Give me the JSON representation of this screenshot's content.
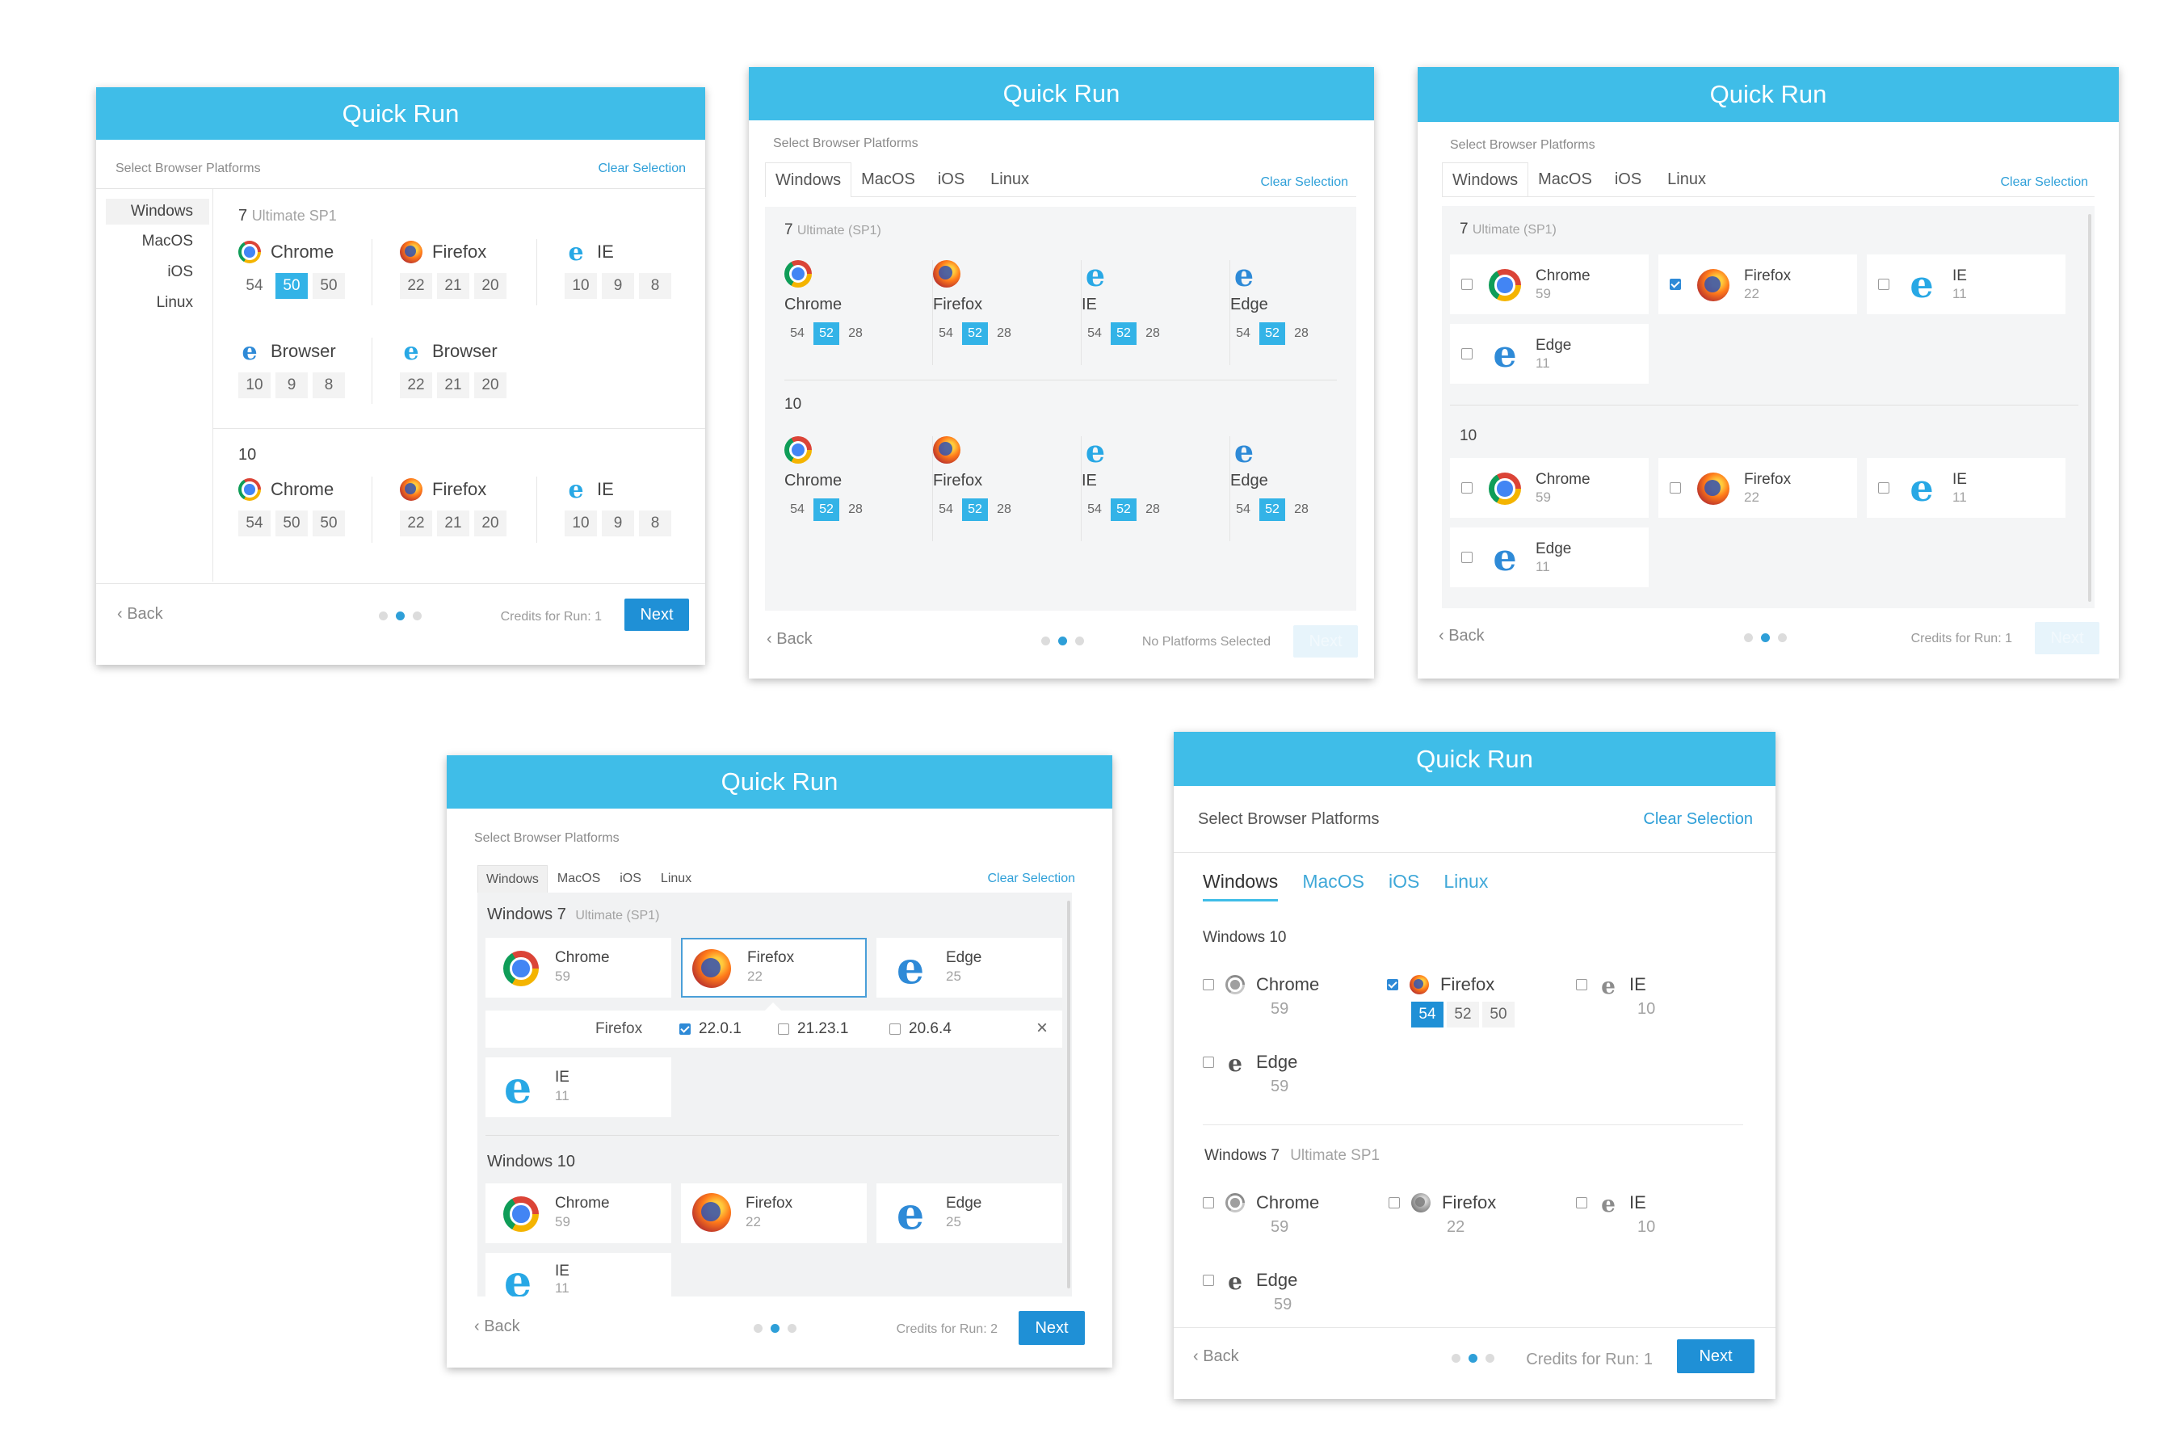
{
  "common": {
    "title": "Quick Run",
    "subtitle": "Select Browser Platforms",
    "clear": "Clear Selection",
    "back": "Back",
    "next": "Next",
    "icons": {
      "back": "chevron-left-icon",
      "chrome": "chrome-icon",
      "firefox": "firefox-icon",
      "ie": "ie-icon",
      "edge": "edge-icon",
      "close": "close-icon"
    },
    "colors": {
      "header": "#3fbde8",
      "accent": "#2e9fd8",
      "button": "#1f90d6",
      "selected_version": "#33b3e7"
    }
  },
  "card1": {
    "os_list": [
      "Windows",
      "MacOS",
      "iOS",
      "Linux"
    ],
    "g1": {
      "num": "7",
      "label": "Ultimate SP1"
    },
    "g1_browsers": [
      {
        "name": "Chrome",
        "versions": [
          "54",
          "50",
          "50"
        ]
      },
      {
        "name": "Firefox",
        "versions": [
          "22",
          "21",
          "20"
        ]
      },
      {
        "name": "IE",
        "versions": [
          "10",
          "9",
          "8"
        ]
      },
      {
        "name": "Browser",
        "versions": [
          "10",
          "9",
          "8"
        ]
      },
      {
        "name": "Browser",
        "versions": [
          "22",
          "21",
          "20"
        ]
      }
    ],
    "g2": {
      "num": "10"
    },
    "g2_browsers": [
      {
        "name": "Chrome",
        "versions": [
          "54",
          "50",
          "50"
        ]
      },
      {
        "name": "Firefox",
        "versions": [
          "22",
          "21",
          "20"
        ]
      },
      {
        "name": "IE",
        "versions": [
          "10",
          "9",
          "8"
        ]
      }
    ],
    "credits": "Credits for Run: 1"
  },
  "card2": {
    "tabs": [
      "Windows",
      "MacOS",
      "iOS",
      "Linux"
    ],
    "g1": {
      "num": "7",
      "label": "Ultimate (SP1)"
    },
    "g2": {
      "num": "10"
    },
    "browsers": [
      {
        "name": "Chrome",
        "versions": [
          "54",
          "52",
          "28"
        ]
      },
      {
        "name": "Firefox",
        "versions": [
          "54",
          "52",
          "28"
        ]
      },
      {
        "name": "IE",
        "versions": [
          "54",
          "52",
          "28"
        ]
      },
      {
        "name": "Edge",
        "versions": [
          "54",
          "52",
          "28"
        ]
      }
    ],
    "credits": "No Platforms Selected"
  },
  "card3": {
    "tabs": [
      "Windows",
      "MacOS",
      "iOS",
      "Linux"
    ],
    "g1": {
      "num": "7",
      "label": "Ultimate (SP1)"
    },
    "g2": {
      "num": "10"
    },
    "tiles": [
      {
        "name": "Chrome",
        "version": "59"
      },
      {
        "name": "Firefox",
        "version": "22"
      },
      {
        "name": "IE",
        "version": "11"
      },
      {
        "name": "Edge",
        "version": "11"
      }
    ],
    "credits": "Credits for Run: 1"
  },
  "card4": {
    "tabs": [
      "Windows",
      "MacOS",
      "iOS",
      "Linux"
    ],
    "g1": {
      "title": "Windows 7",
      "label": "Ultimate (SP1)"
    },
    "g2": {
      "title": "Windows 10"
    },
    "tiles": [
      {
        "name": "Chrome",
        "version": "59"
      },
      {
        "name": "Firefox",
        "version": "22"
      },
      {
        "name": "Edge",
        "version": "25"
      },
      {
        "name": "IE",
        "version": "11"
      }
    ],
    "popover": {
      "label": "Firefox",
      "options": [
        "22.0.1",
        "21.23.1",
        "20.6.4"
      ]
    },
    "credits": "Credits for Run: 2"
  },
  "card5": {
    "tabs": [
      "Windows",
      "MacOS",
      "iOS",
      "Linux"
    ],
    "g1": {
      "title": "Windows 10"
    },
    "g2": {
      "title": "Windows 7",
      "label": "Ultimate SP1"
    },
    "g1_items": [
      {
        "name": "Chrome",
        "version": "59"
      },
      {
        "name": "Firefox",
        "versions": [
          "54",
          "52",
          "50"
        ]
      },
      {
        "name": "IE",
        "version": "10"
      },
      {
        "name": "Edge",
        "version": "59"
      }
    ],
    "g2_items": [
      {
        "name": "Chrome",
        "version": "59"
      },
      {
        "name": "Firefox",
        "version": "22"
      },
      {
        "name": "IE",
        "version": "10"
      },
      {
        "name": "Edge",
        "version": "59"
      }
    ],
    "credits": "Credits for Run: 1"
  }
}
